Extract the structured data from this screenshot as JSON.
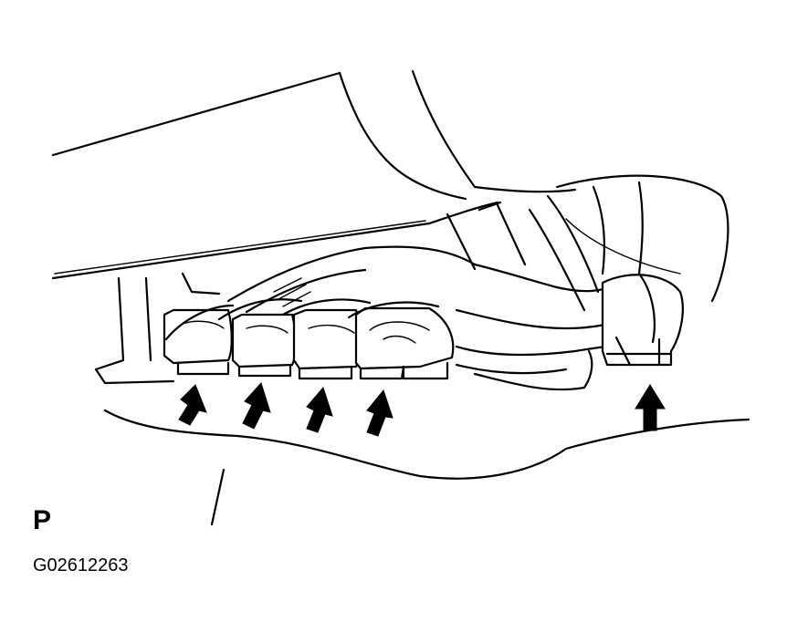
{
  "view_label": "P",
  "figure_code": "G02612263",
  "arrows": [
    {
      "name": "connector-1-arrow"
    },
    {
      "name": "connector-2-arrow"
    },
    {
      "name": "connector-3-arrow"
    },
    {
      "name": "connector-4-arrow"
    },
    {
      "name": "clamp-arrow"
    }
  ]
}
